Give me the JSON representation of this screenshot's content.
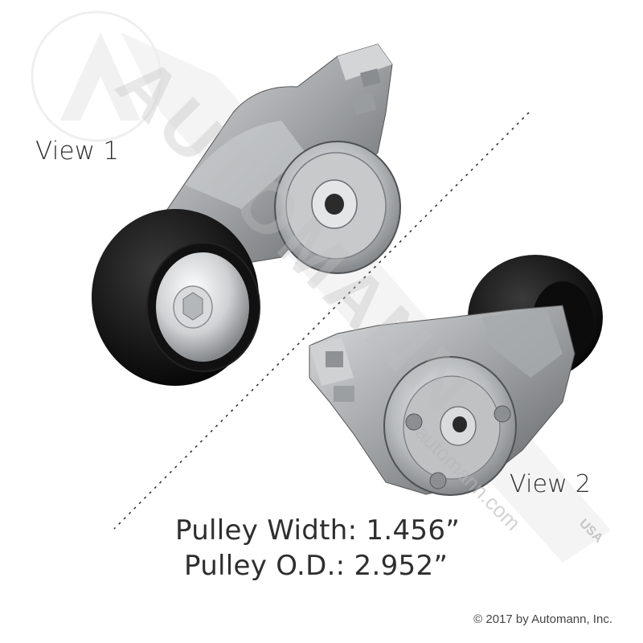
{
  "labels": {
    "view1": "View 1",
    "view2": "View 2"
  },
  "specs": {
    "pulley_width": "Pulley Width: 1.456”",
    "pulley_od": "Pulley O.D.: 2.952”"
  },
  "watermark": {
    "brand": "AUTOMANN",
    "website": "automann.com",
    "tagline": "USA"
  },
  "copyright": "© 2017 by Automann, Inc.",
  "colors": {
    "text": "#2e2e2e",
    "watermark": "#dcdcdc",
    "pulley_black": "#151515",
    "metal": "#b9bbbd"
  }
}
